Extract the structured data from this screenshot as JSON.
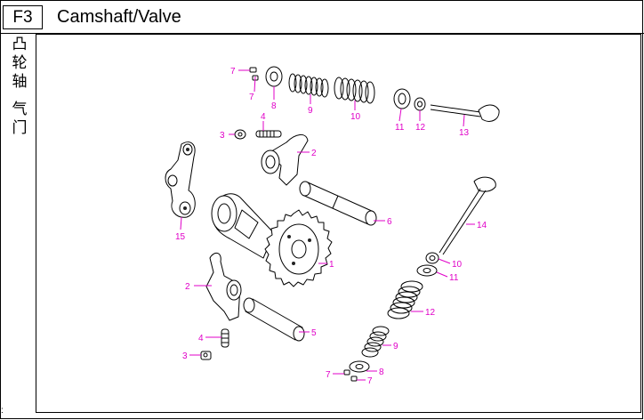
{
  "header": {
    "code": "F3",
    "title": "Camshaft/Valve"
  },
  "side_label": [
    "凸",
    "轮",
    "轴",
    "",
    "气",
    "门"
  ],
  "corner_mark": ":",
  "callouts": [
    "7",
    "7",
    "8",
    "9",
    "10",
    "11",
    "12",
    "13",
    "3",
    "4",
    "2",
    "15",
    "6",
    "1",
    "14",
    "10",
    "11",
    "12",
    "2",
    "4",
    "5",
    "3",
    "9",
    "7",
    "8",
    "7"
  ],
  "colors": {
    "callout": "#e000c8",
    "line": "#000000",
    "background": "#ffffff"
  }
}
